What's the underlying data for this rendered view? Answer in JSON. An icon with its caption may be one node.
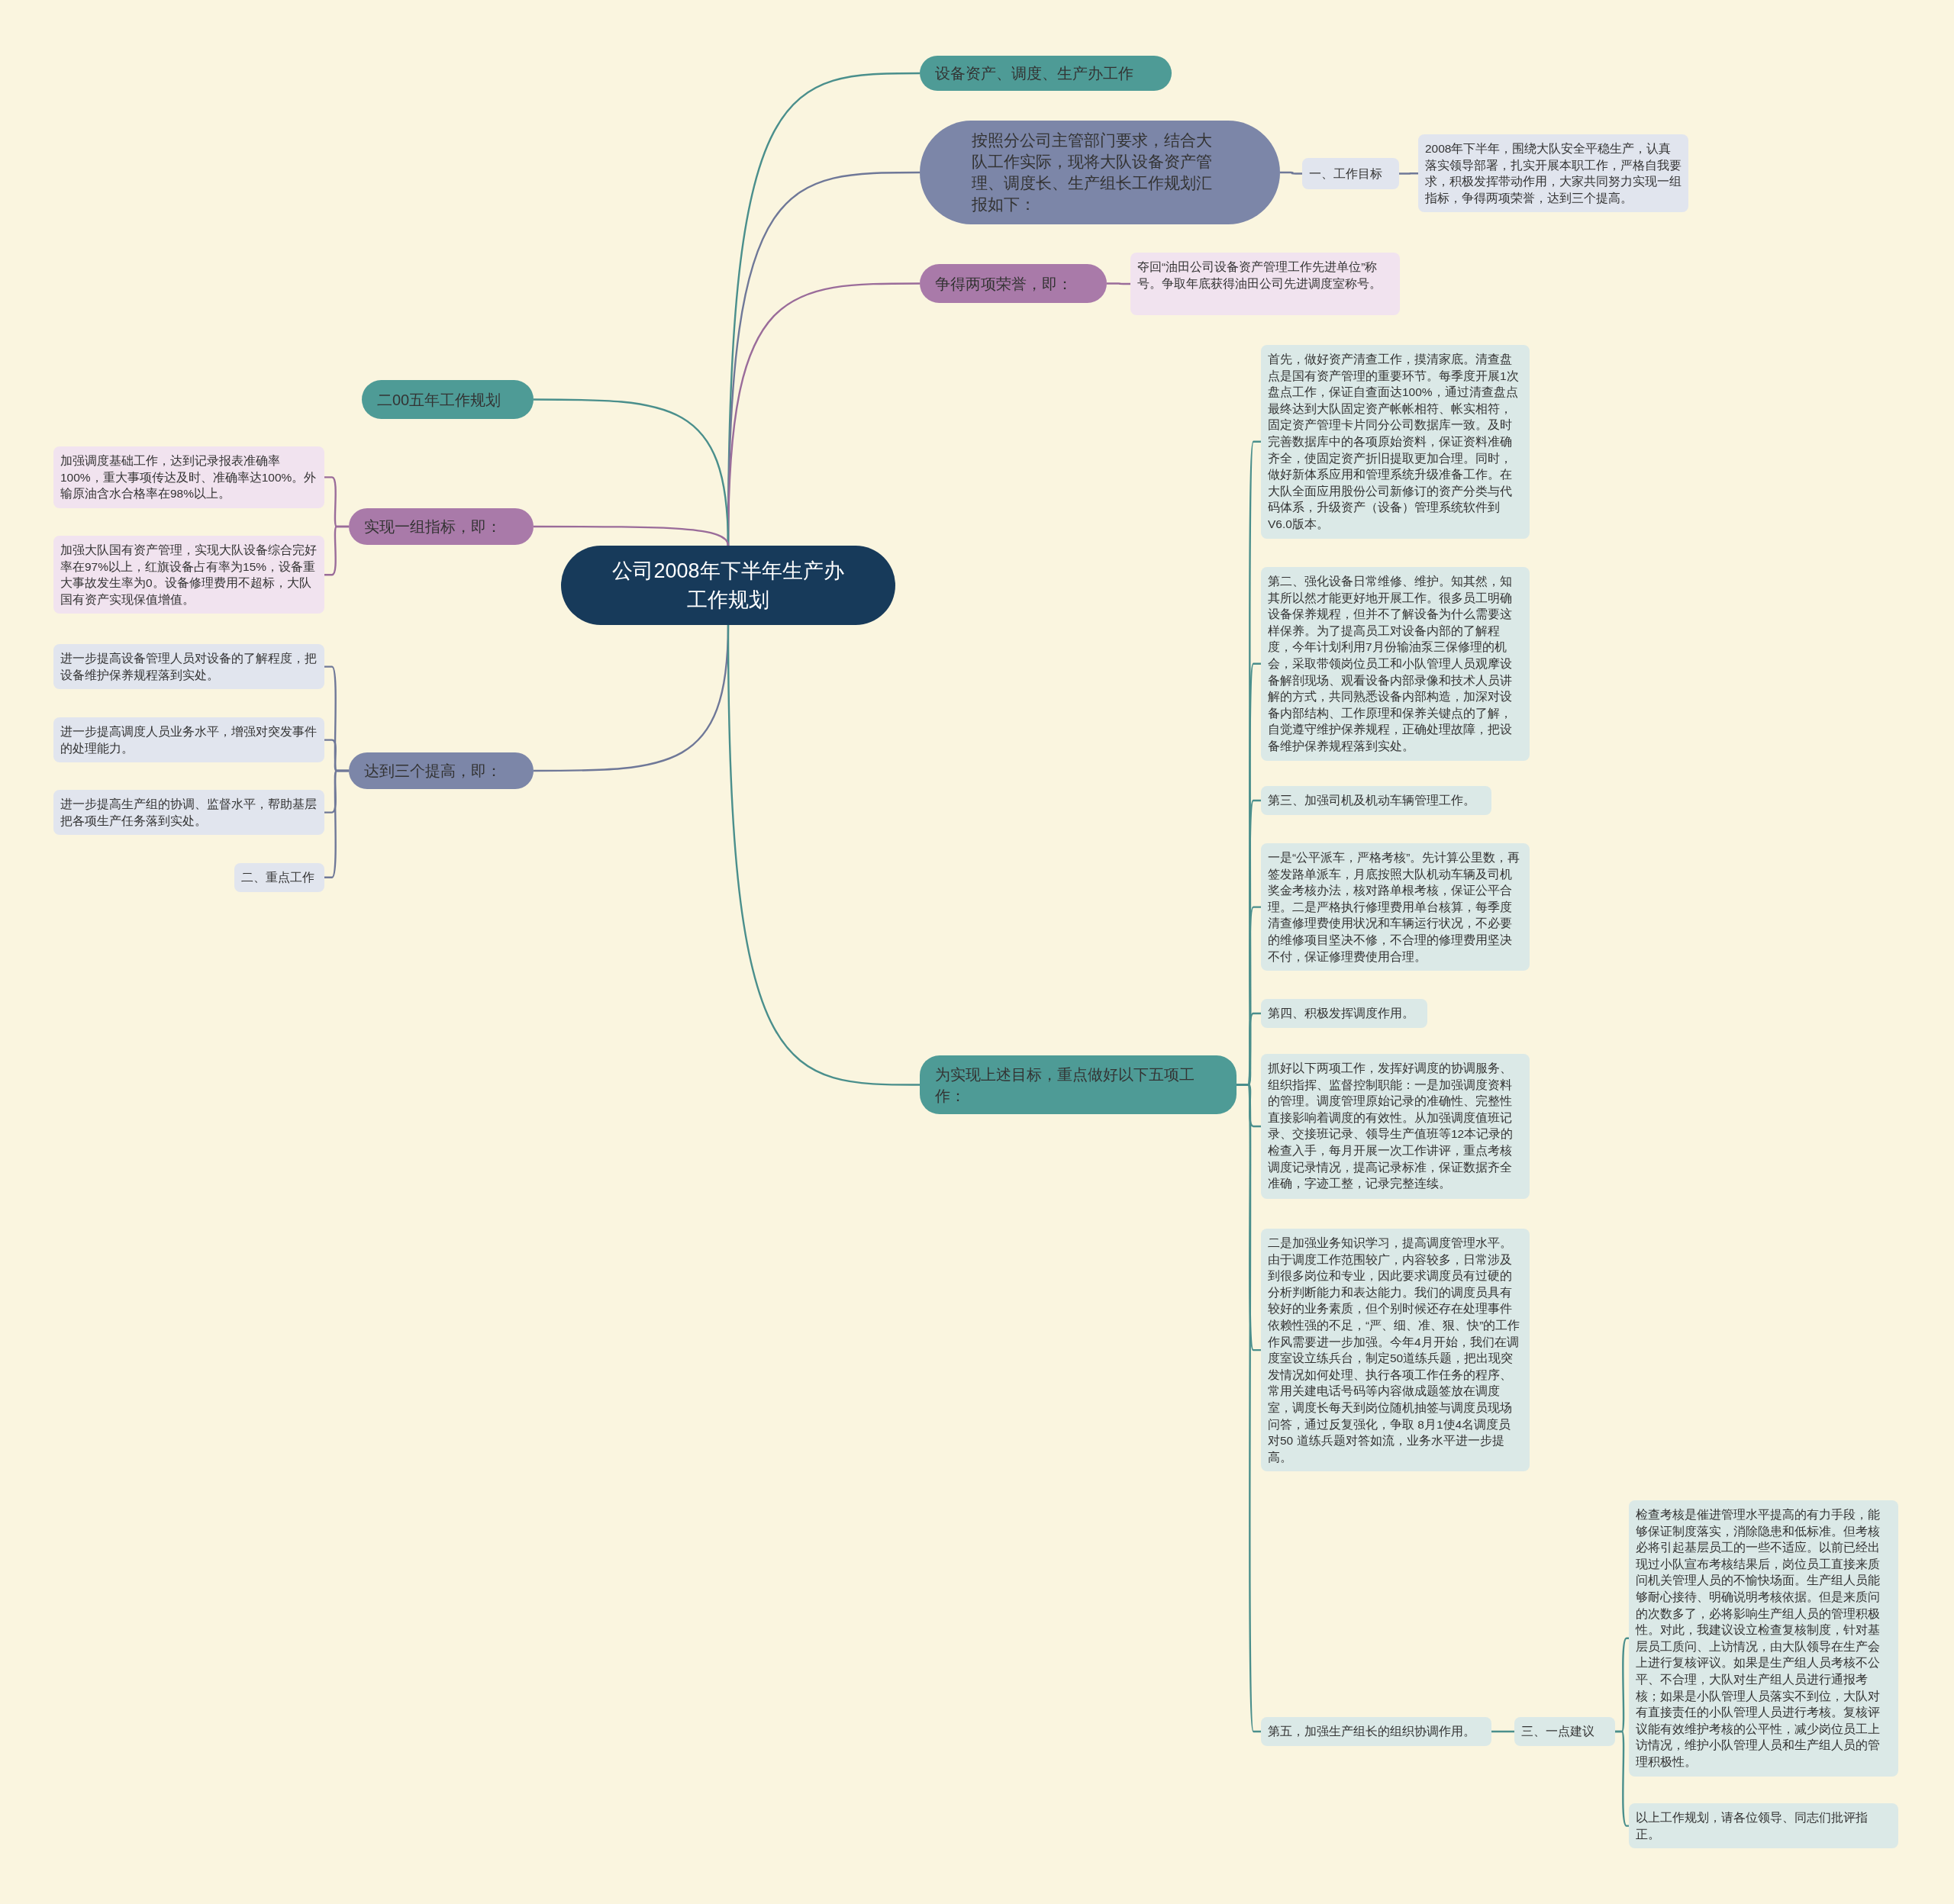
{
  "diagram": {
    "nodes": [
      {
        "text": [
          "公司2008年下半年生产办工作规划"
        ]
      },
      {
        "text": [
          "设备资产、调度、生产办工作"
        ]
      },
      {
        "text": [
          "按照分公司主管部门要求，结合大队工作实际，现将大队设备资产管理、调度长、生产组长工作规划汇报如下："
        ]
      },
      {
        "text": [
          "一、工作目标"
        ]
      },
      {
        "text": [
          "2008年下半年，围绕大队安全平稳生产，认真落实领导部署，扎实开展本职工作，严格自我要求，积极发挥带动作用，大家共同努力实现一组指标，争得两项荣誉，达到三个提高。"
        ]
      },
      {
        "text": [
          "争得两项荣誉，即："
        ]
      },
      {
        "text": [
          "夺回“油田公司设备资产管理工作先进单位”称号。争取年底获得油田公司先进调度室称号。"
        ]
      },
      {
        "text": [
          "二00五年工作规划"
        ]
      },
      {
        "text": [
          "实现一组指标，即："
        ]
      },
      {
        "text": [
          "加强调度基础工作，达到记录报表准确率100%，重大事项传达及时、准确率达100%。外输原油含水合格率在98%以上。"
        ]
      },
      {
        "text": [
          "加强大队国有资产管理，实现大队设备综合完好率在97%以上，红旗设备占有率为15%，设备重大事故发生率为0。设备修理费用不超标，大队国有资产实现保值增值。"
        ]
      },
      {
        "text": [
          "达到三个提高，即："
        ]
      },
      {
        "text": [
          "进一步提高设备管理人员对设备的了解程度，把设备维护保养规程落到实处。"
        ]
      },
      {
        "text": [
          "进一步提高调度人员业务水平，增强对突发事件的处理能力。"
        ]
      },
      {
        "text": [
          "进一步提高生产组的协调、监督水平，帮助基层把各项生产任务落到实处。"
        ]
      },
      {
        "text": [
          "二、重点工作"
        ]
      },
      {
        "text": [
          "为实现上述目标，重点做好以下五项工作："
        ]
      },
      {
        "text": [
          "首先，做好资产清查工作，摸清家底。清查盘点是国有资产管理的重要环节。每季度开展1次盘点工作，保证自查面达100%，通过清查盘点最终达到大队固定资产帐帐相符、帐实相符，固定资产管理卡片同分公司数据库一致。及时完善数据库中的各项原始资料，保证资料准确齐全，使固定资产折旧提取更加合理。同时，做好新体系应用和管理系统升级准备工作。在大队全面应用股份公司新修订的资产分类与代码体系，升级资产（设备）管理系统软件到V6.0版本。"
        ]
      },
      {
        "text": [
          "第二、强化设备日常维修、维护。知其然，知其所以然才能更好地开展工作。很多员工明确设备保养规程，但并不了解设备为什么需要这样保养。为了提高员工对设备内部的了解程度，今年计划利用7月份输油泵三保修理的机会，采取带领岗位员工和小队管理人员观摩设备解剖现场、观看设备内部录像和技术人员讲解的方式，共同熟悉设备内部构造，加深对设备内部结构、工作原理和保养关键点的了解，自觉遵守维护保养规程，正确处理故障，把设备维护保养规程落到实处。"
        ]
      },
      {
        "text": [
          "第三、加强司机及机动车辆管理工作。"
        ]
      },
      {
        "text": [
          "一是“公平派车，严格考核”。先计算公里数，再签发路单派车，月底按照大队机动车辆及司机奖金考核办法，核对路单根考核，保证公平合理。二是严格执行修理费用单台核算，每季度清查修理费使用状况和车辆运行状况，不必要的维修项目坚决不修，不合理的修理费用坚决不付，保证修理费使用合理。"
        ]
      },
      {
        "text": [
          "第四、积极发挥调度作用。"
        ]
      },
      {
        "text": [
          "抓好以下两项工作，发挥好调度的协调服务、组织指挥、监督控制职能：一是加强调度资料的管理。调度管理原始记录的准确性、完整性直接影响着调度的有效性。从加强调度值班记录、交接班记录、领导生产值班等12本记录的检查入手，每月开展一次工作讲评，重点考核调度记录情况，提高记录标准，保证数据齐全准确，字迹工整，记录完整连续。"
        ]
      },
      {
        "text": [
          "二是加强业务知识学习，提高调度管理水平。由于调度工作范围较广，内容较多，日常涉及到很多岗位和专业，因此要求调度员有过硬的分析判断能力和表达能力。我们的调度员具有较好的业务素质，但个别时候还存在处理事件依赖性强的不足，“严、细、准、狠、快”的工作作风需要进一步加强。今年4月开始，我们在调度室设立练兵台，制定50道练兵题，把出现突发情况如何处理、执行各项工作任务的程序、常用关建电话号码等内容做成题签放在调度室，调度长每天到岗位随机抽签与调度员现场问答，通过反复强化，争取 8月1使4名调度员对50 道练兵题对答如流，业务水平进一步提高。"
        ]
      },
      {
        "text": [
          "第五，加强生产组长的组织协调作用。"
        ]
      },
      {
        "text": [
          "三、一点建议"
        ]
      },
      {
        "text": [
          "检查考核是催进管理水平提高的有力手段，能够保证制度落实，消除隐患和低标准。但考核必将引起基层员工的一些不适应。以前已经出现过小队宣布考核结果后，岗位员工直接来质问机关管理人员的不愉快场面。生产组人员能够耐心接待、明确说明考核依据。但是来质问的次数多了，必将影响生产组人员的管理积极性。对此，我建议设立检查复核制度，针对基层员工质问、上访情况，由大队领导在生产会上进行复核评议。如果是生产组人员考核不公平、不合理，大队对生产组人员进行通报考核；如果是小队管理人员落实不到位，大队对有直接责任的小队管理人员进行考核。复核评议能有效维护考核的公平性，减少岗位员工上访情况，维护小队管理人员和生产组人员的管理积极性。"
        ]
      },
      {
        "text": [
          "以上工作规划，请各位领导、同志们批评指正。"
        ]
      }
    ],
    "edges": [
      {
        "from": 0,
        "to": 1,
        "arrow": "none"
      },
      {
        "from": 0,
        "to": 2,
        "arrow": "none",
        "color": "#6f7898"
      },
      {
        "from": 2,
        "to": 3,
        "arrow": "none",
        "color": "#6f7898"
      },
      {
        "from": 3,
        "to": 4,
        "arrow": "none",
        "color": "#6f7898"
      },
      {
        "from": 0,
        "to": 5,
        "arrow": "none",
        "color": "#9a6c9a"
      },
      {
        "from": 5,
        "to": 6,
        "arrow": "none",
        "color": "#9a6c9a"
      },
      {
        "from": 0,
        "to": 7,
        "arrow": "none"
      },
      {
        "from": 0,
        "to": 8,
        "arrow": "none",
        "color": "#9a6c9a"
      },
      {
        "from": 8,
        "to": 9,
        "arrow": "none",
        "color": "#9a6c9a"
      },
      {
        "from": 8,
        "to": 10,
        "arrow": "none",
        "color": "#9a6c9a"
      },
      {
        "from": 0,
        "to": 11,
        "arrow": "none",
        "color": "#6f7898"
      },
      {
        "from": 11,
        "to": 12,
        "arrow": "none",
        "color": "#6f7898"
      },
      {
        "from": 11,
        "to": 13,
        "arrow": "none",
        "color": "#6f7898"
      },
      {
        "from": 11,
        "to": 14,
        "arrow": "none",
        "color": "#6f7898"
      },
      {
        "from": 11,
        "to": 15,
        "arrow": "none",
        "color": "#6f7898"
      },
      {
        "from": 0,
        "to": 16,
        "arrow": "none"
      },
      {
        "from": 16,
        "to": 17,
        "arrow": "none"
      },
      {
        "from": 16,
        "to": 18,
        "arrow": "none"
      },
      {
        "from": 16,
        "to": 19,
        "arrow": "none"
      },
      {
        "from": 16,
        "to": 20,
        "arrow": "none"
      },
      {
        "from": 16,
        "to": 21,
        "arrow": "none"
      },
      {
        "from": 16,
        "to": 22,
        "arrow": "none"
      },
      {
        "from": 16,
        "to": 23,
        "arrow": "none"
      },
      {
        "from": 16,
        "to": 24,
        "arrow": "none"
      },
      {
        "from": 24,
        "to": 25,
        "arrow": "none"
      },
      {
        "from": 25,
        "to": 26,
        "arrow": "none"
      },
      {
        "from": 25,
        "to": 27,
        "arrow": "none"
      }
    ]
  }
}
